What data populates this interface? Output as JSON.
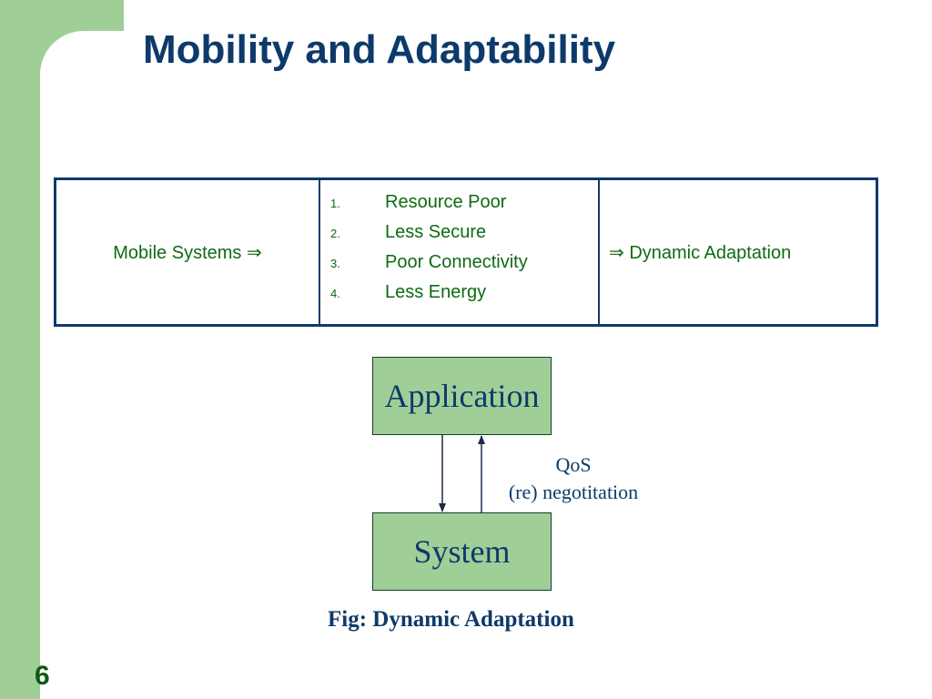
{
  "slide": {
    "title": "Mobility and Adaptability",
    "number": "6",
    "accent_color": "#9fcf97",
    "title_color": "#0d3a6b",
    "body_color": "#0e6b12"
  },
  "table": {
    "left_cell": "Mobile Systems ⇒",
    "items": [
      {
        "num": "1.",
        "text": "Resource Poor"
      },
      {
        "num": "2.",
        "text": "Less Secure"
      },
      {
        "num": "3.",
        "text": "Poor Connectivity"
      },
      {
        "num": "4.",
        "text": "Less Energy"
      }
    ],
    "right_cell": "⇒ Dynamic Adaptation"
  },
  "diagram": {
    "top_box": "Application",
    "bottom_box": "System",
    "link_label_line1": "QoS",
    "link_label_line2": "(re) negotitation",
    "caption": "Fig: Dynamic Adaptation"
  }
}
